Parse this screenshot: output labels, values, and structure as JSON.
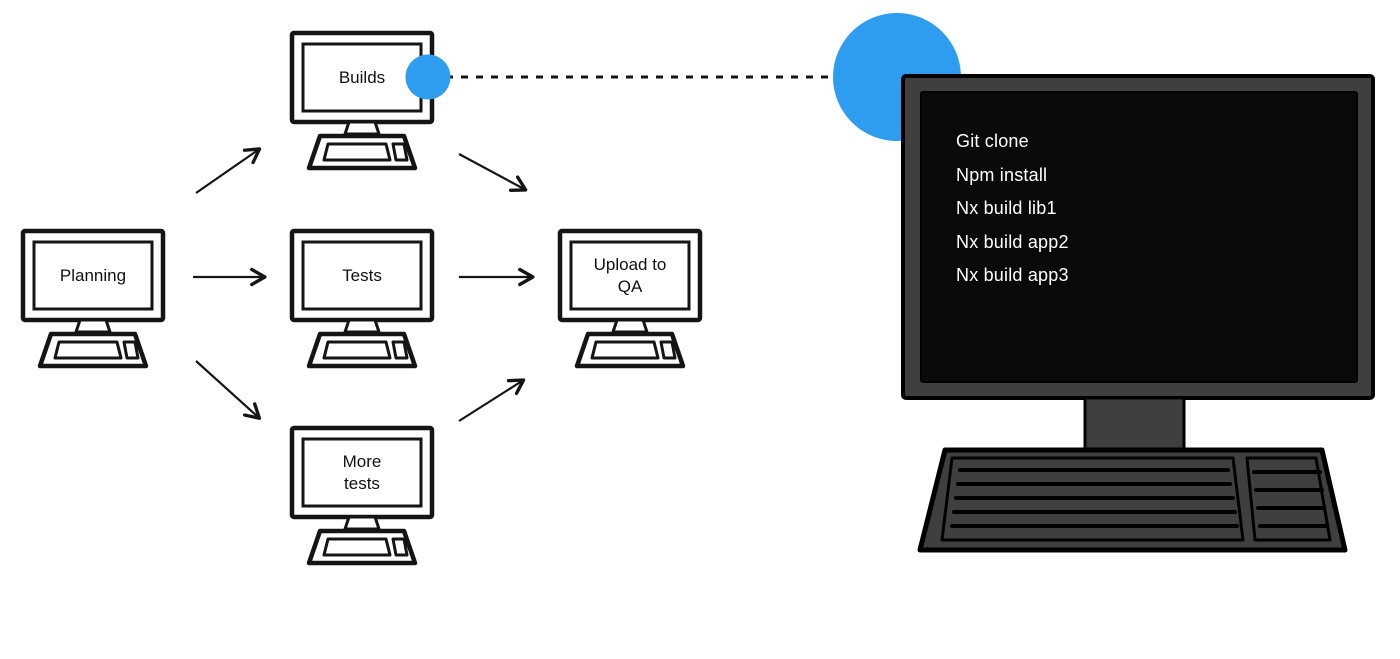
{
  "diagram": {
    "title": "CI pipeline diagram",
    "nodes": {
      "planning": {
        "label": "Planning"
      },
      "builds": {
        "label": "Builds"
      },
      "tests": {
        "label": "Tests"
      },
      "more_tests": {
        "label": "More\ntests"
      },
      "upload_qa": {
        "label": "Upload to\nQA"
      }
    },
    "edges": [
      {
        "from": "planning",
        "to": "builds"
      },
      {
        "from": "planning",
        "to": "tests"
      },
      {
        "from": "planning",
        "to": "more_tests"
      },
      {
        "from": "builds",
        "to": "upload_qa"
      },
      {
        "from": "tests",
        "to": "upload_qa"
      },
      {
        "from": "more_tests",
        "to": "upload_qa"
      },
      {
        "from": "builds",
        "to": "terminal_computer",
        "style": "dashed"
      }
    ],
    "terminal": {
      "lines": [
        "Git clone",
        "Npm install",
        "Nx build lib1",
        "Nx build app2",
        "Nx build app3"
      ]
    },
    "colors": {
      "accent_blue": "#2E9CEF",
      "monitor_gray": "#3F3F3F",
      "screen_black": "#0A0A0A",
      "line_black": "#151515",
      "background": "#FFFFFF"
    }
  }
}
